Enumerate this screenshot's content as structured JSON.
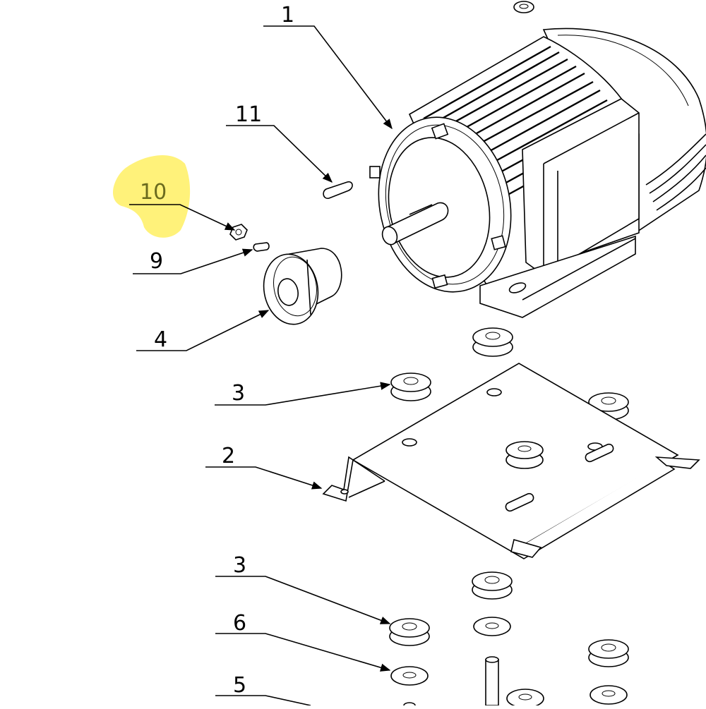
{
  "callouts": {
    "c1": "1",
    "c2": "2",
    "c3a": "3",
    "c3b": "3",
    "c4": "4",
    "c5": "5",
    "c6": "6",
    "c9": "9",
    "c10": "10",
    "c11": "11"
  },
  "colors": {
    "line": "#000000",
    "highlight": "#FFF27A",
    "highlight_text": "#6B6B1E",
    "background": "#FFFFFF"
  }
}
